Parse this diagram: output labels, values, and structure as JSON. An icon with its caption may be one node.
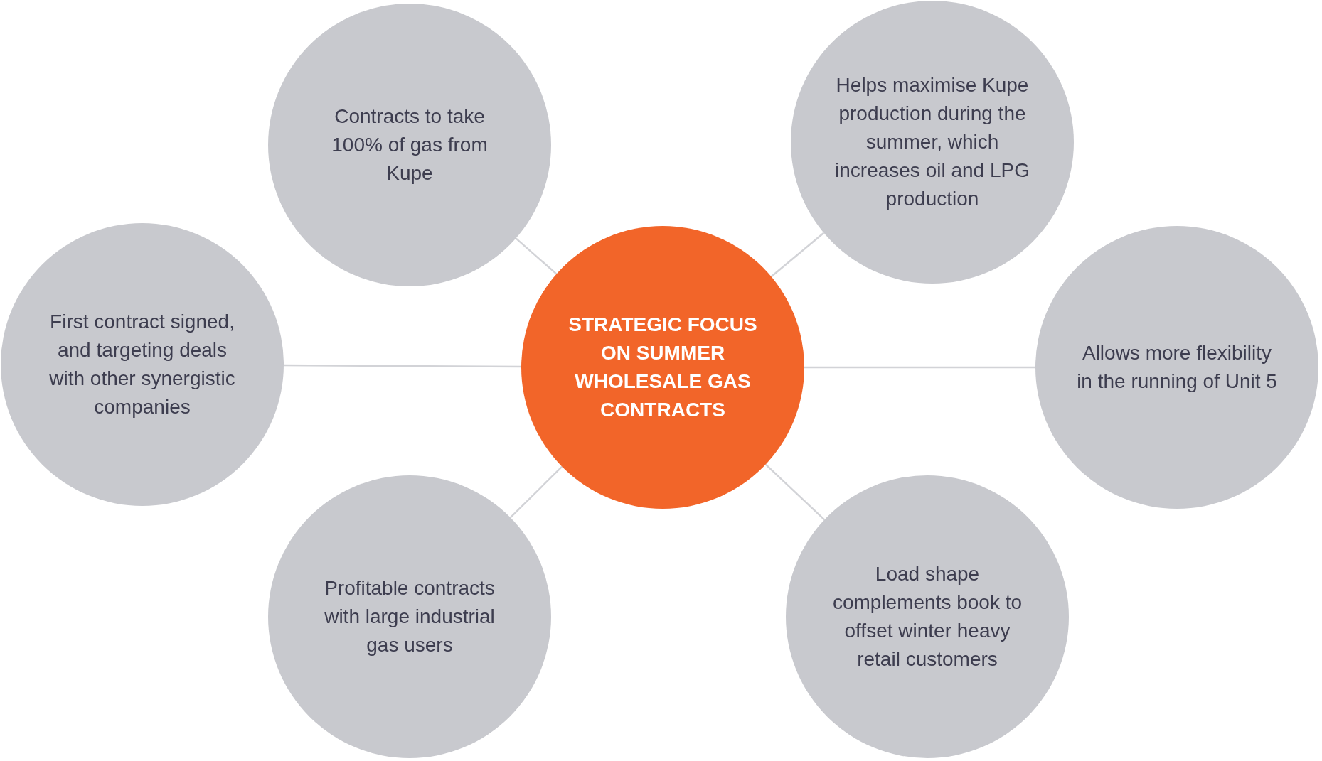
{
  "diagram": {
    "nodes": [
      {
        "text": [
          "STRATEGIC FOCUS ON SUMMER WHOLESALE GAS CONTRACTS"
        ]
      },
      {
        "text": [
          "Contracts to take 100% of gas from Kupe"
        ]
      },
      {
        "text": [
          "Helps maximise Kupe production during the summer, which increases oil and LPG production"
        ]
      },
      {
        "text": [
          "First contract signed, and targeting deals with other synergistic companies"
        ]
      },
      {
        "text": [
          "Allows more flexibility in the running of Unit 5"
        ]
      },
      {
        "text": [
          "Profitable contracts with large industrial gas users"
        ]
      },
      {
        "text": [
          "Load shape complements book to offset winter heavy retail customers"
        ]
      }
    ],
    "edges": [
      {
        "from": 0,
        "to": 1,
        "arrow": "none"
      },
      {
        "from": 0,
        "to": 2,
        "arrow": "none"
      },
      {
        "from": 0,
        "to": 3,
        "arrow": "none"
      },
      {
        "from": 0,
        "to": 4,
        "arrow": "none"
      },
      {
        "from": 0,
        "to": 5,
        "arrow": "none"
      },
      {
        "from": 0,
        "to": 6,
        "arrow": "none"
      }
    ]
  }
}
